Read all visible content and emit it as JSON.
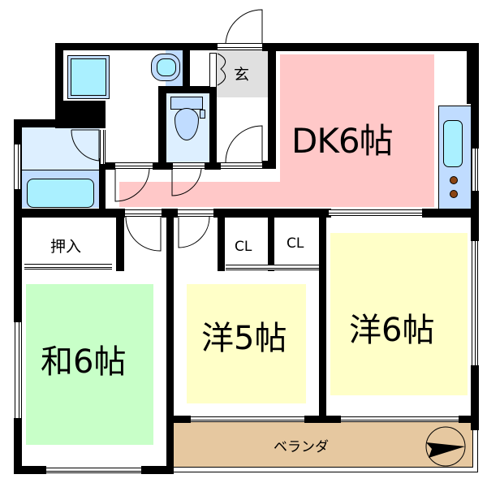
{
  "floor_plan": {
    "rooms": {
      "dk": {
        "label": "DK6帖",
        "color": "#ffc8c8"
      },
      "washitsu": {
        "label": "和6帖",
        "color": "#c8ffc8"
      },
      "yoshitsu5": {
        "label": "洋5帖",
        "color": "#ffffc8"
      },
      "yoshitsu6": {
        "label": "洋6帖",
        "color": "#ffffc8"
      },
      "genkan": {
        "label": "玄",
        "color": "#e0e0e0"
      },
      "oshiire": {
        "label": "押入"
      },
      "closet1": {
        "label": "CL"
      },
      "closet2": {
        "label": "CL"
      },
      "veranda": {
        "label": "ベランダ",
        "color": "#e6c8a0"
      },
      "bathroom": {
        "color": "#ddefff"
      },
      "toilet": {
        "color": "#ddefff"
      }
    },
    "fixtures": {
      "bathtub_color": "#aaf0ff",
      "sink_color": "#aaf0ff",
      "kitchen_counter_color": "#c0dcff",
      "stove_burner_color": "#8b4513"
    },
    "wall_color": "#000000",
    "compass": {
      "direction": "east"
    }
  }
}
